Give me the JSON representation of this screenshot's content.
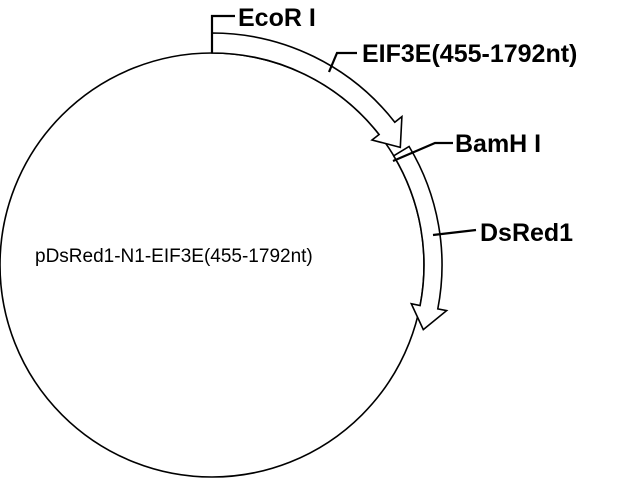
{
  "plasmid": {
    "name": "pDsRed1-N1-EIF3E(455-1792nt)"
  },
  "sites": {
    "ecori": "EcoR I",
    "bamhi": "BamH I"
  },
  "features": {
    "insert": "EIF3E(455-1792nt)",
    "reporter": "DsRed1"
  },
  "colors": {
    "line": "#000000",
    "fill": "#ffffff"
  }
}
